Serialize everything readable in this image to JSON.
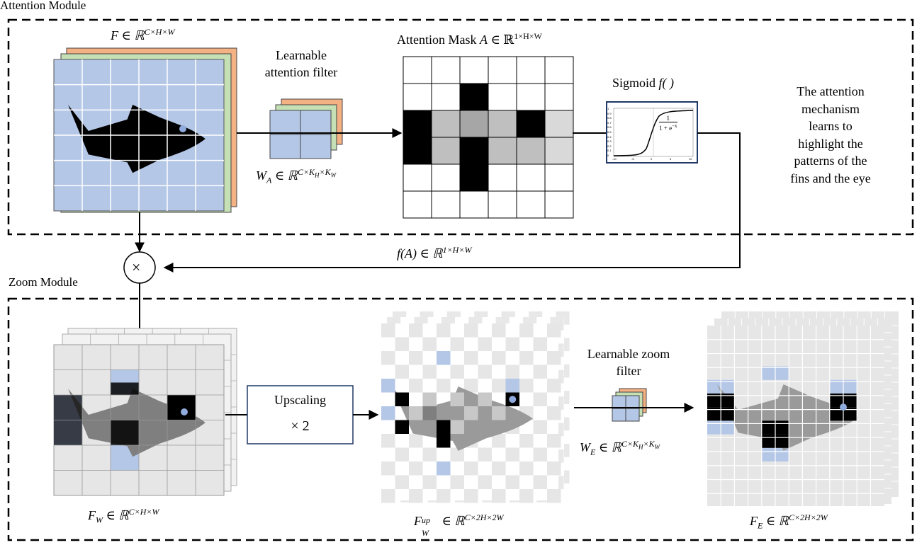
{
  "attention_module": {
    "section_title": "Attention Module",
    "feature_label": "F ∈ ℝ",
    "feature_sup": "C×H×W",
    "filter_caption": [
      "Learnable",
      "attention filter"
    ],
    "filter_label": "W",
    "filter_sub": "A",
    "filter_suffix": " ∈ ℝ",
    "filter_sup": "C×K",
    "filter_sup_sub1": "H",
    "filter_sup_mid": "×K",
    "filter_sup_sub2": "W",
    "mask_label": "Attention Mask ",
    "mask_symbol": "A",
    "mask_suffix": " ∈ ℝ",
    "mask_sup": "1×H×W",
    "sigmoid_label": "Sigmoid ",
    "sigmoid_fn": "f( )",
    "sigmoid_formula_num": "1",
    "sigmoid_formula_den": "1 + e",
    "sigmoid_formula_exp": "−x",
    "sigmoid_ticks_y": [
      "1",
      "0.9",
      "0.8",
      "0.7",
      "0.6",
      "0.5",
      "0.4",
      "0.3",
      "0.2",
      "0.1",
      "0"
    ],
    "sigmoid_ticks_x": [
      "-10",
      "-5",
      "0",
      "5",
      "10"
    ],
    "description": [
      "The attention",
      "mechanism",
      "learns to",
      "highlight the",
      "patterns of the",
      "fins and the eye"
    ]
  },
  "connector": {
    "multiply_symbol": "×",
    "fa_label": "f(A) ∈ ℝ",
    "fa_sup": "1×H×W"
  },
  "zoom_module": {
    "section_title": "Zoom Module",
    "fw_label": "F",
    "fw_sub": "W",
    "fw_suffix": " ∈ ℝ",
    "fw_sup": "C×H×W",
    "upscaling_label": "Upscaling",
    "upscaling_factor": "× 2",
    "fwup_label": "F",
    "fwup_sub": "W",
    "fwup_sup1": "up",
    "fwup_suffix": " ∈ ℝ",
    "fwup_sup": "C×2H×2W",
    "zoom_filter_caption": [
      "Learnable zoom",
      "filter"
    ],
    "we_label": "W",
    "we_sub": "E",
    "we_suffix": " ∈ ℝ",
    "we_sup": "C×K",
    "we_sup_sub1": "H",
    "we_sup_mid": "×K",
    "we_sup_sub2": "W",
    "fe_label": "F",
    "fe_sub": "E",
    "fe_suffix": " ∈ ℝ",
    "fe_sup": "C×2H×2W"
  },
  "attention_mask_grid": [
    [
      "w",
      "w",
      "w",
      "w",
      "w",
      "w"
    ],
    [
      "w",
      "w",
      "k",
      "w",
      "w",
      "w"
    ],
    [
      "k",
      "g",
      "g2",
      "g",
      "k",
      "l"
    ],
    [
      "k",
      "g",
      "k",
      "g",
      "g",
      "l"
    ],
    [
      "w",
      "w",
      "k",
      "w",
      "w",
      "w"
    ],
    [
      "w",
      "w",
      "w",
      "w",
      "w",
      "w"
    ]
  ],
  "colors": {
    "feature_blue": "#b4c7e7",
    "layer_green": "#c5e0b4",
    "layer_orange": "#f4b183",
    "grey_cell": "#e6e6e6",
    "mask_grey": "#bfbfbf",
    "mask_dark_grey": "#a6a6a6",
    "mask_light_grey": "#d9d9d9",
    "fish_grey": "#7f7f7f",
    "eye_blue": "#8faadc"
  }
}
